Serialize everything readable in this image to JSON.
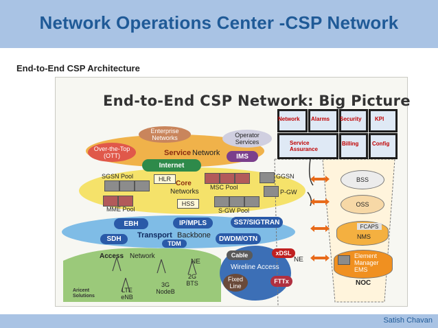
{
  "header": {
    "title": "Network Operations Center -CSP Network"
  },
  "footer": {
    "author": "Satish Chavan"
  },
  "section_title": "End-to-End CSP Architecture",
  "diagram": {
    "title": "End-to-End CSP Network: Big Picture",
    "noc_screens": [
      "Network",
      "Alarms",
      "Security",
      "KPI",
      "Service Assurance",
      "Billing",
      "Config"
    ],
    "service_layer": {
      "label_bold": "Service",
      "label": "Network",
      "enterprise": "Enterprise Networks",
      "ott": "Over-the-Top (OTT)",
      "operator": "Operator Services",
      "internet": "Internet",
      "ims": "IMS"
    },
    "core_layer": {
      "label_bold": "Core",
      "label": "Networks",
      "sgsn": "SGSN Pool",
      "hlr": "HLR",
      "msc": "MSC Pool",
      "ggsn": "GGSN",
      "pgw": "P-GW",
      "mme": "MME Pool",
      "hss": "HSS",
      "sgw": "S-GW Pool"
    },
    "transport_layer": {
      "label_bold": "Transport",
      "label": "Backbone",
      "ebh": "EBH",
      "ipmpls": "IP/MPLS",
      "ss7": "SS7/SIGTRAN",
      "sdh": "SDH",
      "tdm": "TDM",
      "dwdm": "DWDM/OTN"
    },
    "access_layer": {
      "label_bold": "Access",
      "label": "Network",
      "ne1": "NE",
      "ne2": "NE",
      "bts": "2G BTS",
      "nodeb": "3G NodeB",
      "enb": "LTE eNB",
      "wireline": "Wireline Access",
      "cable": "Cable",
      "xdsl": "xDSL",
      "fixed": "Fixed Line",
      "fttx": "FTTx",
      "logo": "Aricent Solutions"
    },
    "stack": {
      "bss": "BSS",
      "oss": "OSS",
      "nms": "NMS",
      "fcaps": "FCAPS",
      "ems": "Element Manager EMS",
      "noc": "NOC"
    }
  },
  "colors": {
    "header_bg": "#a9c3e4",
    "title": "#1f5a97",
    "service": "#e8a13a",
    "core": "#f2de5a",
    "transport": "#6fb0e0",
    "access": "#8cc06a",
    "ott": "#e0584a",
    "internet": "#2e8a4a",
    "ims": "#7b3f8c",
    "stack": "#f0a030"
  }
}
